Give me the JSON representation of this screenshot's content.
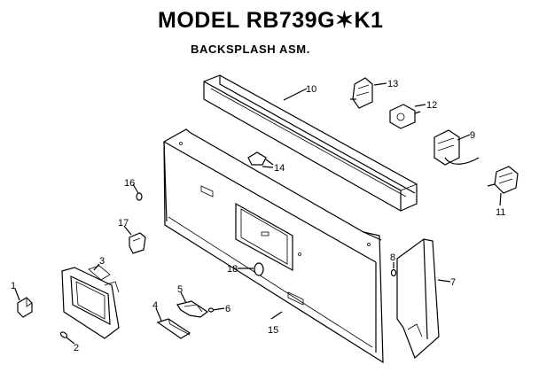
{
  "header": {
    "model_title": "MODEL RB739G✶K1",
    "subtitle": "BACKSPLASH ASM."
  },
  "parts": [
    {
      "id": "1",
      "label": "1"
    },
    {
      "id": "2",
      "label": "2"
    },
    {
      "id": "3",
      "label": "3"
    },
    {
      "id": "4",
      "label": "4"
    },
    {
      "id": "5",
      "label": "5"
    },
    {
      "id": "6",
      "label": "6"
    },
    {
      "id": "7",
      "label": "7"
    },
    {
      "id": "8",
      "label": "8"
    },
    {
      "id": "9",
      "label": "9"
    },
    {
      "id": "10",
      "label": "10"
    },
    {
      "id": "11",
      "label": "11"
    },
    {
      "id": "12",
      "label": "12"
    },
    {
      "id": "13",
      "label": "13"
    },
    {
      "id": "14",
      "label": "14"
    },
    {
      "id": "15",
      "label": "15"
    },
    {
      "id": "16",
      "label": "16"
    },
    {
      "id": "17",
      "label": "17"
    },
    {
      "id": "18",
      "label": "18"
    }
  ]
}
